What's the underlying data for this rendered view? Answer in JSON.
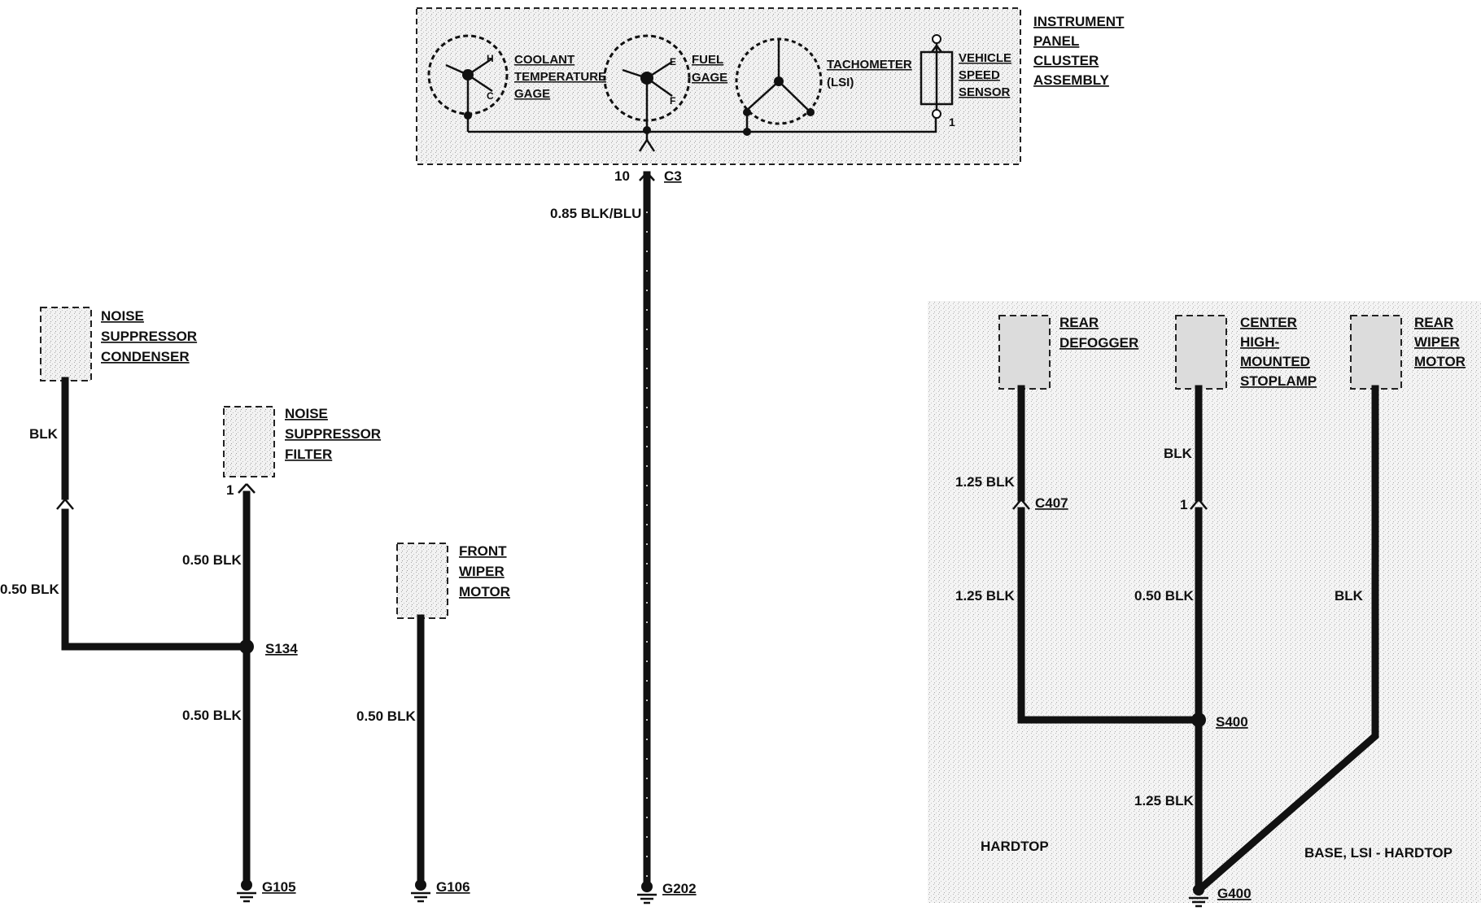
{
  "instrument_panel": {
    "title_lines": [
      "INSTRUMENT",
      "PANEL",
      "CLUSTER",
      "ASSEMBLY"
    ],
    "coolant": [
      "COOLANT",
      "TEMPERATURE",
      "GAGE"
    ],
    "fuel": [
      "FUEL",
      "GAGE"
    ],
    "tach": [
      "TACHOMETER",
      "(LSI)"
    ],
    "vss": [
      "VEHICLE",
      "SPEED",
      "SENSOR"
    ],
    "vss_pin": "1",
    "gauge_h": "H",
    "gauge_c": "C",
    "gauge_e": "E",
    "gauge_f": "F"
  },
  "center_circuit": {
    "pin": "10",
    "connector": "C3",
    "wire": "0.85 BLK/BLU",
    "ground": "G202"
  },
  "left_circuit": {
    "condenser": [
      "NOISE",
      "SUPPRESSOR",
      "CONDENSER"
    ],
    "condenser_wire_top": "BLK",
    "condenser_wire_bottom": "0.50 BLK",
    "filter": [
      "NOISE",
      "SUPPRESSOR",
      "FILTER"
    ],
    "filter_pin": "1",
    "filter_wire": "0.50 BLK",
    "splice": "S134",
    "splice_wire": "0.50 BLK",
    "ground": "G105"
  },
  "front_wiper": {
    "label": [
      "FRONT",
      "WIPER",
      "MOTOR"
    ],
    "wire": "0.50 BLK",
    "ground": "G106"
  },
  "right_circuit": {
    "defogger": [
      "REAR",
      "DEFOGGER"
    ],
    "stoplamp": [
      "CENTER",
      "HIGH-",
      "MOUNTED",
      "STOPLAMP"
    ],
    "rear_wiper": [
      "REAR",
      "WIPER",
      "MOTOR"
    ],
    "defogger_wire_top": "1.25 BLK",
    "defogger_connector": "C407",
    "defogger_wire_bottom": "1.25 BLK",
    "stoplamp_wire_top": "BLK",
    "stoplamp_pin": "1",
    "stoplamp_wire_bottom": "0.50 BLK",
    "rear_wiper_wire": "BLK",
    "splice": "S400",
    "splice_wire": "1.25 BLK",
    "hardtop_note": "HARDTOP",
    "base_note": "BASE, LSI - HARDTOP",
    "ground": "G400"
  }
}
